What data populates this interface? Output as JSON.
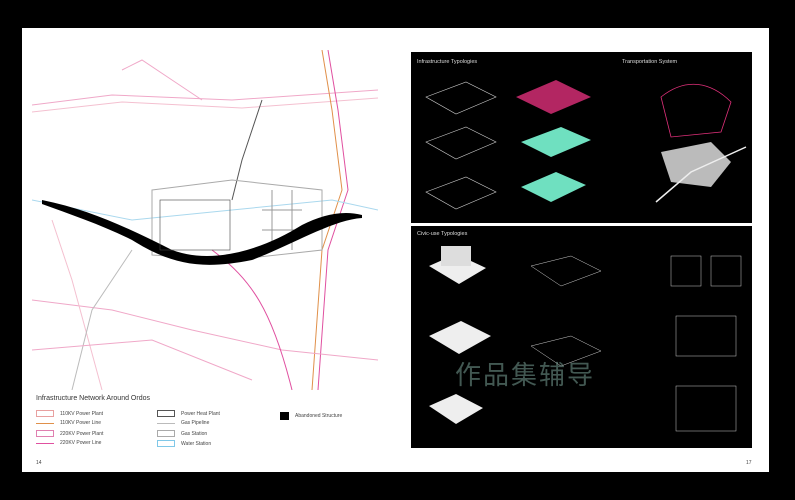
{
  "left_page": {
    "legend_title": "Infrastructure Network Around Ordos",
    "legend": [
      {
        "label": "110KV Power Plant",
        "kind": "box",
        "color": "#e8a0a0"
      },
      {
        "label": "110KV Power Line",
        "kind": "line",
        "color": "#e0904a"
      },
      {
        "label": "220KV Power Plant",
        "kind": "box",
        "color": "#e080b0"
      },
      {
        "label": "220KV Power Line",
        "kind": "line",
        "color": "#e050a0"
      },
      {
        "label": "Power Heat Plant",
        "kind": "box",
        "color": "#555555"
      },
      {
        "label": "Gas Pipeline",
        "kind": "line",
        "color": "#bbbbbb"
      },
      {
        "label": "Gas Station",
        "kind": "box",
        "color": "#aaaaaa"
      },
      {
        "label": "Water Station",
        "kind": "box",
        "color": "#80c8e8"
      },
      {
        "label": "Abandoned Structure",
        "kind": "solid",
        "color": "#000000"
      }
    ],
    "page_number": "14"
  },
  "right_page": {
    "panels": [
      "Infrastructure Typologies",
      "Transportation System",
      "Civic-use Typologies"
    ],
    "page_number": "17"
  },
  "watermark": "作品集辅导",
  "colors": {
    "accent_pink": "#e0307a",
    "accent_mint": "#6fe0c0"
  }
}
